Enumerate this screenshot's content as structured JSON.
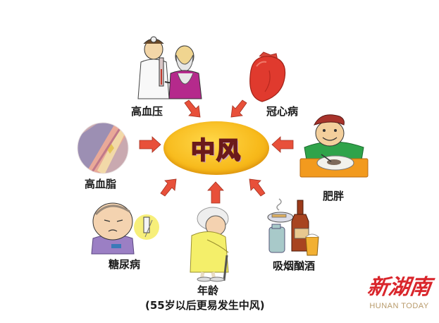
{
  "center": {
    "label": "中风",
    "fill_color": "#f7b91a",
    "text_color": "#ffffff"
  },
  "risk_factors": [
    {
      "id": "hypertension",
      "label": "高血压"
    },
    {
      "id": "coronary",
      "label": "冠心病"
    },
    {
      "id": "hyperlipidemia",
      "label": "高血脂"
    },
    {
      "id": "obesity",
      "label": "肥胖"
    },
    {
      "id": "diabetes",
      "label": "糖尿病"
    },
    {
      "id": "age",
      "label": "年龄",
      "note": "(55岁以后更易发生中风)"
    },
    {
      "id": "smoking_drinking",
      "label": "吸烟酗酒"
    }
  ],
  "arrow_color": "#e8503a",
  "logo": {
    "cn": "新湖南",
    "en": "HUNAN TODAY",
    "cn_color": "#d9252b",
    "en_color": "#b89a6a"
  }
}
